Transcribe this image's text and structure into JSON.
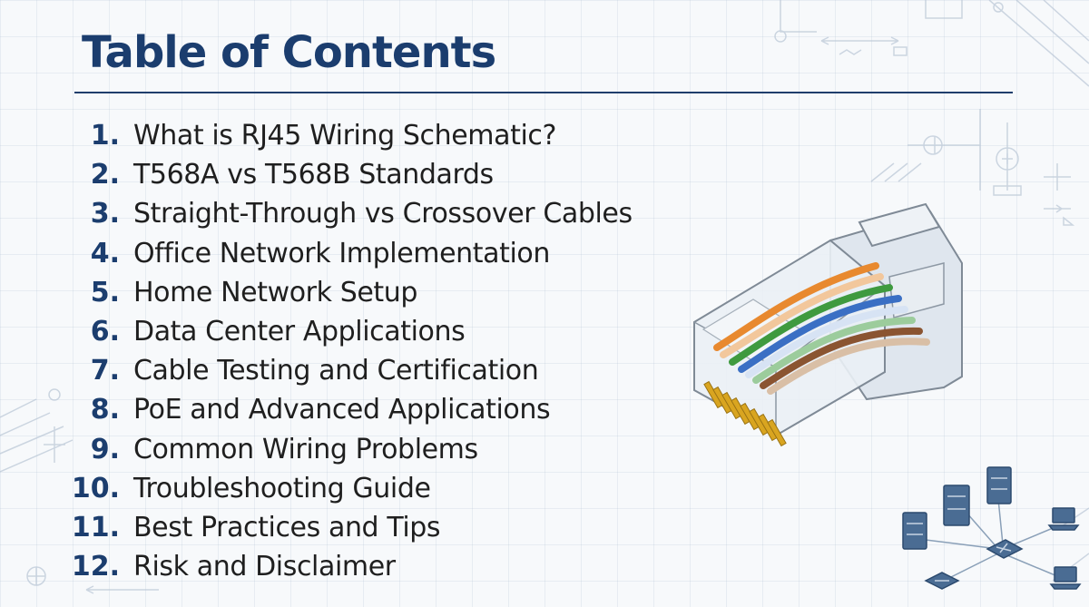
{
  "heading": "Table of Contents",
  "toc": [
    {
      "num": "1.",
      "text": "What is RJ45 Wiring Schematic?"
    },
    {
      "num": "2.",
      "text": "T568A vs T568B Standards"
    },
    {
      "num": "3.",
      "text": "Straight-Through vs Crossover Cables"
    },
    {
      "num": "4.",
      "text": "Office Network Implementation"
    },
    {
      "num": "5.",
      "text": "Home Network Setup"
    },
    {
      "num": "6.",
      "text": "Data Center Applications"
    },
    {
      "num": "7.",
      "text": "Cable Testing and Certification"
    },
    {
      "num": "8.",
      "text": "PoE and Advanced Applications"
    },
    {
      "num": "9.",
      "text": "Common Wiring Problems"
    },
    {
      "num": "10.",
      "text": "Troubleshooting Guide"
    },
    {
      "num": "11.",
      "text": "Best Practices and Tips"
    },
    {
      "num": "12.",
      "text": "Risk and Disclaimer"
    }
  ],
  "colors": {
    "title": "#1b3d6e",
    "text": "#1f1f1f",
    "wire_orange": "#e8892f",
    "wire_green": "#3f9a3f",
    "wire_blue": "#3a6fc4",
    "wire_brown": "#8a5431"
  },
  "illustrations": [
    "rj45-connector-illustration",
    "network-diagram-illustration"
  ]
}
